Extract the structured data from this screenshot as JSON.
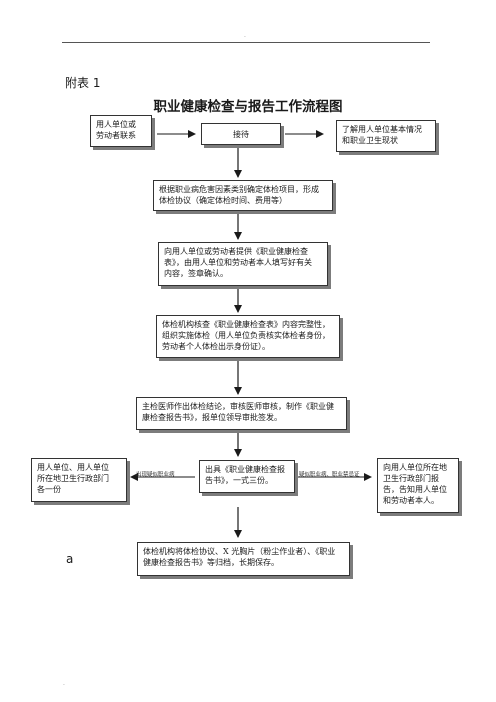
{
  "page": {
    "header_dot": "·",
    "footer_dot": "·",
    "appendix_label": "附表 1",
    "title": "职业健康检查与报告工作流程图",
    "side_letter": "a"
  },
  "boxes": {
    "contact": "用人单位或\n劳动者联系",
    "reception": "接待",
    "understand": "了解用人单位基本情况\n和职业卫生现状",
    "determine_items": "根据职业病危害因素类别确定体检项目，形成\n体检协议（确定体检时间、费用等）",
    "provide_form": "向用人单位或劳动者提供《职业健康检查\n表》，由用人单位和劳动者本人填写好有关\n内容，签章确认。",
    "verify_form": "体检机构核查《职业健康检查表》内容完整性，\n组织实施体检（用人单位负责核实体检者身份，\n劳动者个人体检出示身份证）。",
    "chief_doctor": "主检医师作出体检结论，审核医师审核，制作《职业健\n康检查报告书》，报单位领导审批签发。",
    "issue_report": "出具《职业健康检查报\n告书》，一式三份。",
    "left_recipient": "用人单位、用人单位\n所在地卫生行政部门\n各一份",
    "right_recipient": "向用人单位所在地\n卫生行政部门报\n告，告知用人单位\n和劳动者本人。",
    "archive": "体检机构将体检协议、X 光胸片（粉尘作业者）、《职业\n健康检查报告书》等归档，长期保存。"
  },
  "labels": {
    "left_arrow": "出现疑似职业病",
    "right_arrow": "疑似职业病、职业禁忌证"
  }
}
